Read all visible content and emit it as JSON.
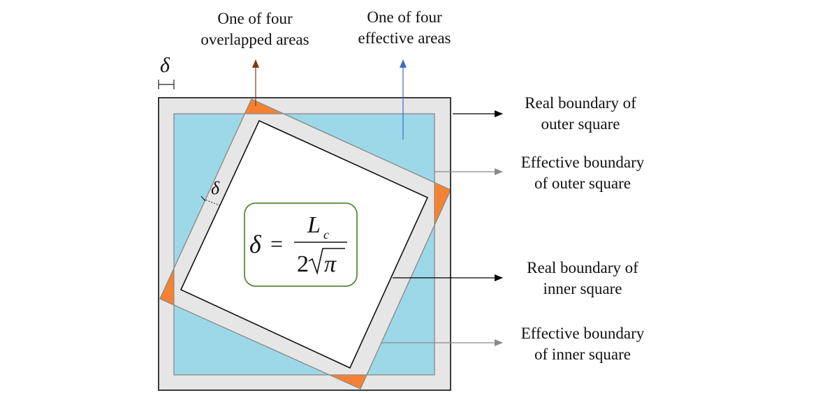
{
  "labels": {
    "overlapped_line1": "One of four",
    "overlapped_line2": "overlapped areas",
    "effective_line1": "One of four",
    "effective_line2": "effective areas",
    "real_outer_line1": "Real boundary of",
    "real_outer_line2": "outer square",
    "eff_outer_line1": "Effective boundary",
    "eff_outer_line2": "of outer square",
    "real_inner_line1": "Real boundary of",
    "real_inner_line2": "inner square",
    "eff_inner_line1": "Effective boundary",
    "eff_inner_line2": "of inner square"
  },
  "symbols": {
    "delta": "δ",
    "equals": "=",
    "L": "L",
    "c": "c",
    "two": "2",
    "pi": "π"
  },
  "colors": {
    "outer_band": "#e6e6e6",
    "effective_area": "#9dd8e8",
    "overlap": "#f58232",
    "overlap_arrow": "#7b3a10",
    "effective_arrow": "#3a6fbf",
    "formula_border": "#5a8a3a",
    "gray_arrow": "#8a8a8a"
  }
}
